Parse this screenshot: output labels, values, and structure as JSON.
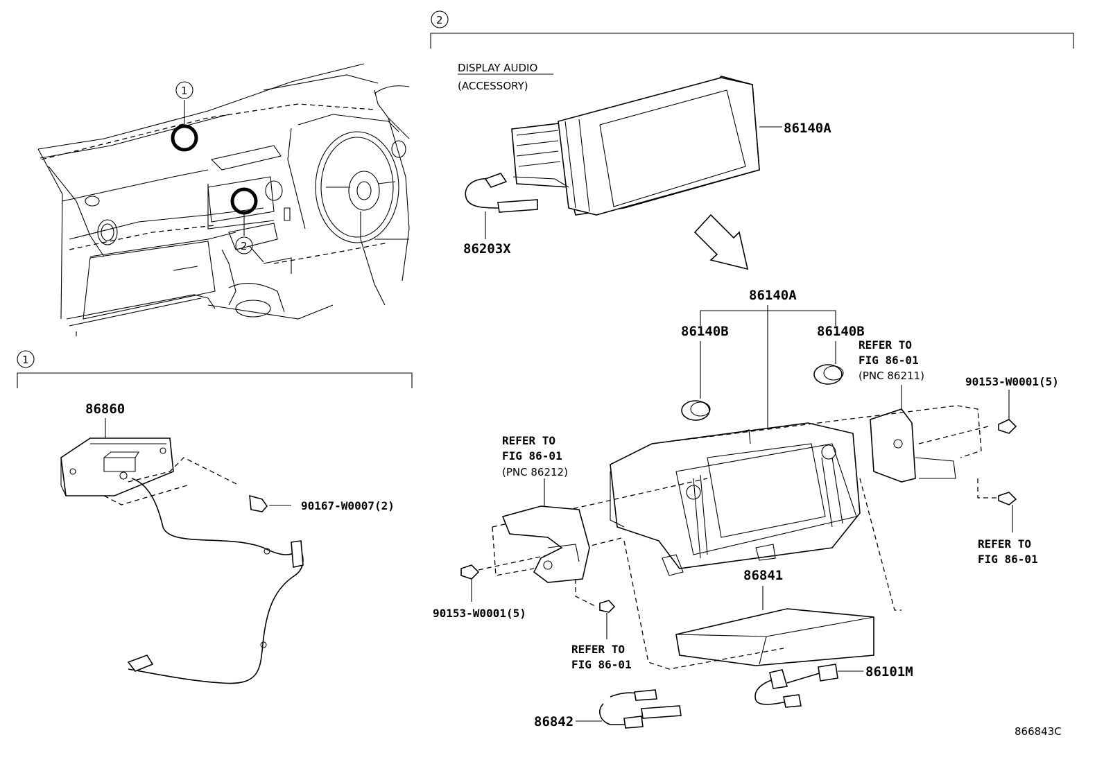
{
  "sections": {
    "dashboard": {
      "callout_1": "1",
      "callout_2": "2"
    },
    "section_1": {
      "marker": "1",
      "parts": {
        "p86860": "86860",
        "p90167": "90167-W0007(2)"
      }
    },
    "section_2": {
      "marker": "2",
      "header_line1": "DISPLAY AUDIO",
      "header_line2": "(ACCESSORY)",
      "parts": {
        "p86140A_top": "86140A",
        "p86203X": "86203X",
        "p86140A": "86140A",
        "p86140B_left": "86140B",
        "p86140B_right": "86140B",
        "refer_right_top_1": "REFER TO",
        "refer_right_top_2": "FIG 86-01",
        "refer_right_top_3": "(PNC 86211)",
        "p90153_right": "90153-W0001(5)",
        "refer_left_1": "REFER TO",
        "refer_left_2": "FIG 86-01",
        "refer_left_3": "(PNC 86212)",
        "refer_right_bot_1": "REFER TO",
        "refer_right_bot_2": "FIG 86-01",
        "p86841": "86841",
        "p90153_left": "90153-W0001(5)",
        "refer_mid_1": "REFER TO",
        "refer_mid_2": "FIG 86-01",
        "p86101M": "86101M",
        "p86842": "86842"
      }
    }
  },
  "diagram_code": "866843C"
}
